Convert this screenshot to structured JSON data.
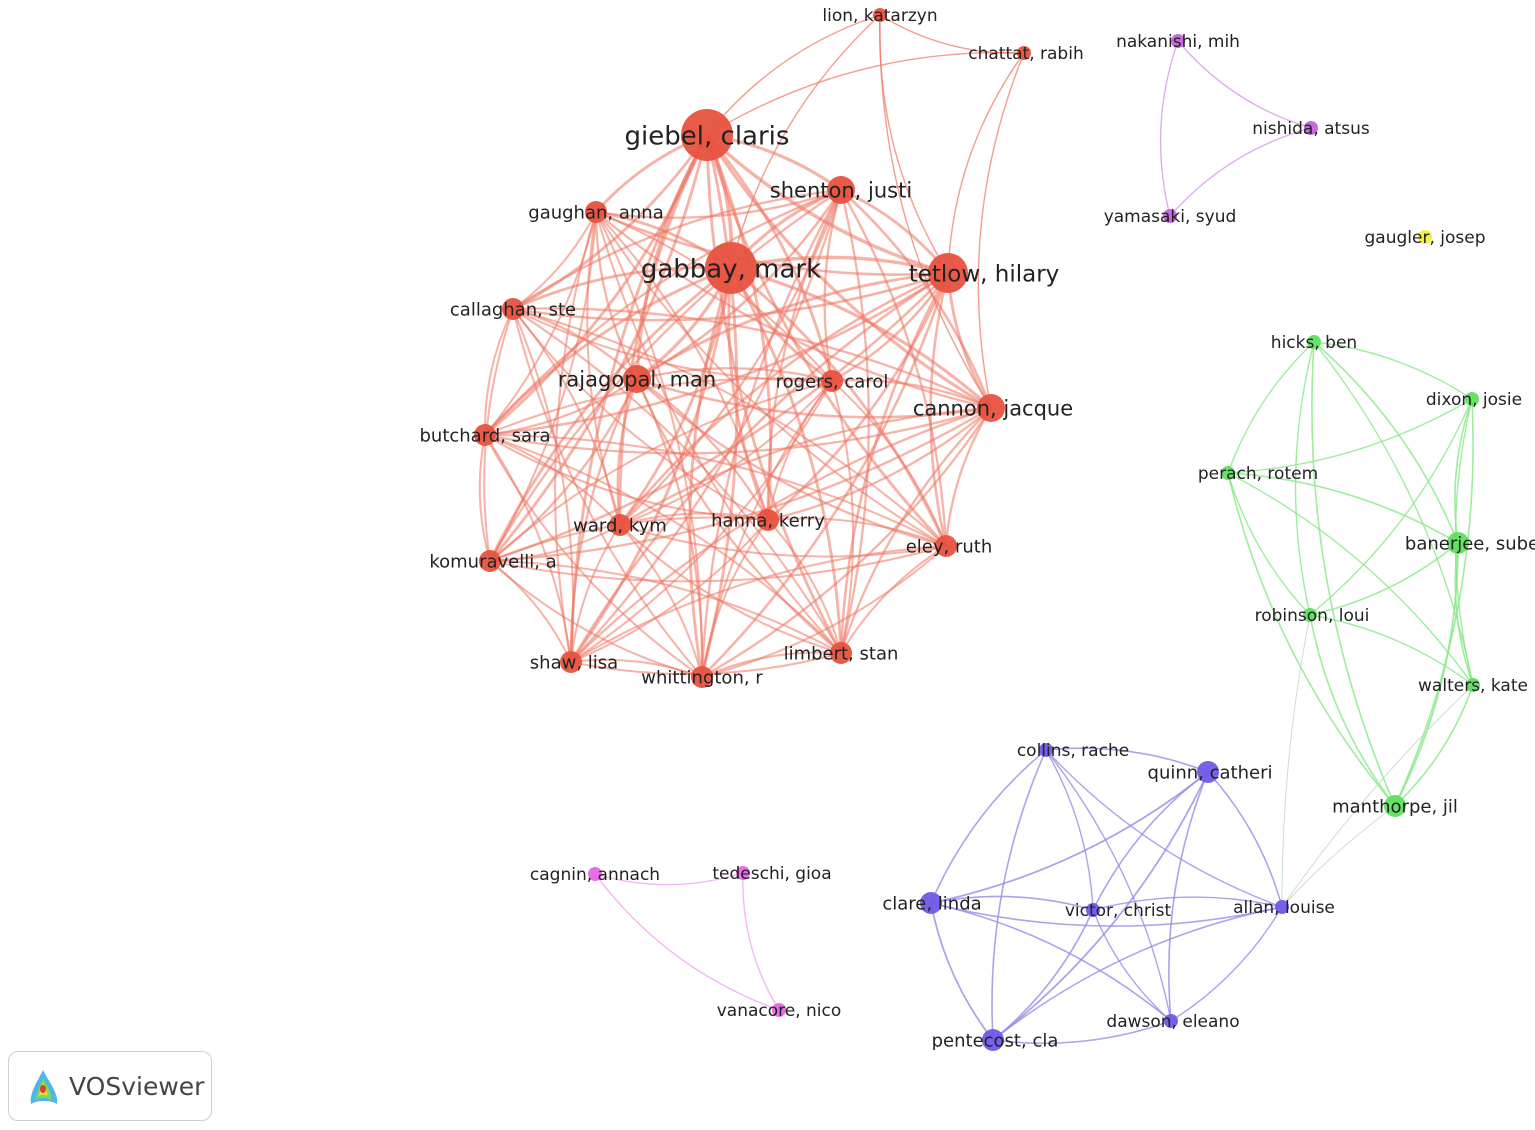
{
  "branding": {
    "label": "VOSviewer",
    "icon": "vosviewer-logo-icon"
  },
  "clusters": {
    "red": "#e8523f",
    "purple_small": "#c462e0",
    "yellow": "#f2ef3a",
    "green": "#5fe05f",
    "blue": "#7059e8",
    "pink": "#e866e8"
  },
  "edge_colors": {
    "red": "#ef7560",
    "purple_small": "#d38ce8",
    "green": "#86e886",
    "blue": "#9c8ae6",
    "pink": "#f098f0",
    "bridge": "#c6dcc6"
  },
  "nodes": [
    {
      "id": "lion",
      "label": "lion, katarzyn",
      "cluster": "red",
      "weight": 1
    },
    {
      "id": "chattat",
      "label": "chattat, rabih",
      "cluster": "red",
      "weight": 1
    },
    {
      "id": "giebel",
      "label": "giebel, claris",
      "cluster": "red",
      "weight": 5
    },
    {
      "id": "shenton",
      "label": "shenton, justi",
      "cluster": "red",
      "weight": 3
    },
    {
      "id": "gaughan",
      "label": "gaughan, anna",
      "cluster": "red",
      "weight": 2
    },
    {
      "id": "gabbay",
      "label": "gabbay, mark",
      "cluster": "red",
      "weight": 5
    },
    {
      "id": "tetlow",
      "label": "tetlow, hilary",
      "cluster": "red",
      "weight": 4
    },
    {
      "id": "callaghan",
      "label": "callaghan, ste",
      "cluster": "red",
      "weight": 2
    },
    {
      "id": "rajagopal",
      "label": "rajagopal, man",
      "cluster": "red",
      "weight": 3
    },
    {
      "id": "rogers",
      "label": "rogers, carol",
      "cluster": "red",
      "weight": 2
    },
    {
      "id": "cannon",
      "label": "cannon, jacque",
      "cluster": "red",
      "weight": 3
    },
    {
      "id": "butchard",
      "label": "butchard, sara",
      "cluster": "red",
      "weight": 2
    },
    {
      "id": "ward",
      "label": "ward, kym",
      "cluster": "red",
      "weight": 2
    },
    {
      "id": "hanna",
      "label": "hanna, kerry",
      "cluster": "red",
      "weight": 2
    },
    {
      "id": "eley",
      "label": "eley, ruth",
      "cluster": "red",
      "weight": 2
    },
    {
      "id": "komuravelli",
      "label": "komuravelli, a",
      "cluster": "red",
      "weight": 2
    },
    {
      "id": "shaw",
      "label": "shaw, lisa",
      "cluster": "red",
      "weight": 2
    },
    {
      "id": "whittington",
      "label": "whittington, r",
      "cluster": "red",
      "weight": 2
    },
    {
      "id": "limbert",
      "label": "limbert, stan",
      "cluster": "red",
      "weight": 2
    },
    {
      "id": "nakanishi",
      "label": "nakanishi, mih",
      "cluster": "purple_small",
      "weight": 1
    },
    {
      "id": "nishida",
      "label": "nishida, atsus",
      "cluster": "purple_small",
      "weight": 1
    },
    {
      "id": "yamasaki",
      "label": "yamasaki, syud",
      "cluster": "purple_small",
      "weight": 1
    },
    {
      "id": "gaugler",
      "label": "gaugler, josep",
      "cluster": "yellow",
      "weight": 1
    },
    {
      "id": "hicks",
      "label": "hicks, ben",
      "cluster": "green",
      "weight": 1
    },
    {
      "id": "dixon",
      "label": "dixon, josie",
      "cluster": "green",
      "weight": 1
    },
    {
      "id": "perach",
      "label": "perach, rotem",
      "cluster": "green",
      "weight": 1
    },
    {
      "id": "banerjee",
      "label": "banerjee, sube",
      "cluster": "green",
      "weight": 2
    },
    {
      "id": "robinson",
      "label": "robinson, loui",
      "cluster": "green",
      "weight": 1
    },
    {
      "id": "walters",
      "label": "walters, kate",
      "cluster": "green",
      "weight": 1
    },
    {
      "id": "manthorpe",
      "label": "manthorpe, jil",
      "cluster": "green",
      "weight": 2
    },
    {
      "id": "collins",
      "label": "collins, rache",
      "cluster": "blue",
      "weight": 1
    },
    {
      "id": "quinn",
      "label": "quinn, catheri",
      "cluster": "blue",
      "weight": 2
    },
    {
      "id": "clare",
      "label": "clare, linda",
      "cluster": "blue",
      "weight": 2
    },
    {
      "id": "victor",
      "label": "victor, christ",
      "cluster": "blue",
      "weight": 1
    },
    {
      "id": "allan",
      "label": "allan, louise",
      "cluster": "blue",
      "weight": 1
    },
    {
      "id": "dawson",
      "label": "dawson, eleano",
      "cluster": "blue",
      "weight": 1
    },
    {
      "id": "pentecost",
      "label": "pentecost, cla",
      "cluster": "blue",
      "weight": 2
    },
    {
      "id": "cagnin",
      "label": "cagnin, annach",
      "cluster": "pink",
      "weight": 1
    },
    {
      "id": "tedeschi",
      "label": "tedeschi, gioa",
      "cluster": "pink",
      "weight": 1
    },
    {
      "id": "vanacore",
      "label": "vanacore, nico",
      "cluster": "pink",
      "weight": 1
    }
  ],
  "groups": [
    {
      "cluster": "red",
      "members": [
        "giebel",
        "shenton",
        "gaughan",
        "gabbay",
        "tetlow",
        "callaghan",
        "rajagopal",
        "rogers",
        "cannon",
        "butchard",
        "ward",
        "hanna",
        "eley",
        "komuravelli",
        "shaw",
        "whittington",
        "limbert"
      ]
    },
    {
      "cluster": "green",
      "members": [
        "hicks",
        "dixon",
        "perach",
        "banerjee",
        "robinson",
        "walters",
        "manthorpe"
      ]
    },
    {
      "cluster": "blue",
      "members": [
        "collins",
        "quinn",
        "clare",
        "victor",
        "allan",
        "dawson",
        "pentecost"
      ]
    }
  ],
  "edges": [
    [
      "lion",
      "chattat"
    ],
    [
      "lion",
      "giebel"
    ],
    [
      "lion",
      "gabbay"
    ],
    [
      "lion",
      "tetlow"
    ],
    [
      "lion",
      "cannon"
    ],
    [
      "chattat",
      "giebel"
    ],
    [
      "chattat",
      "tetlow"
    ],
    [
      "chattat",
      "cannon"
    ],
    [
      "nakanishi",
      "nishida"
    ],
    [
      "nakanishi",
      "yamasaki"
    ],
    [
      "nishida",
      "yamasaki"
    ],
    [
      "cagnin",
      "tedeschi"
    ],
    [
      "cagnin",
      "vanacore"
    ],
    [
      "tedeschi",
      "vanacore"
    ],
    [
      "robinson",
      "allan"
    ],
    [
      "manthorpe",
      "allan"
    ],
    [
      "walters",
      "allan"
    ]
  ]
}
